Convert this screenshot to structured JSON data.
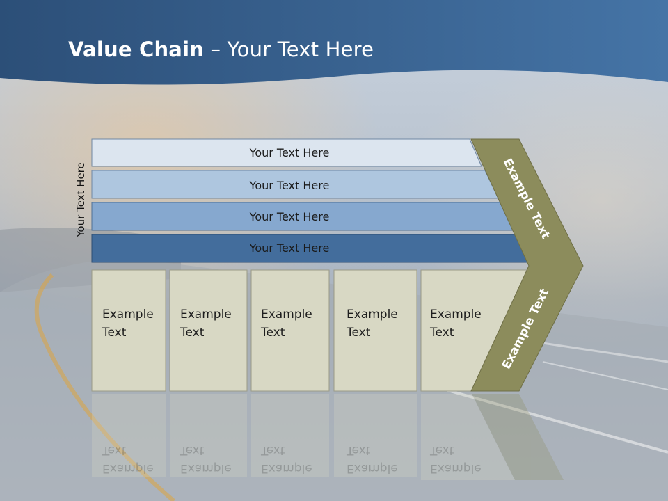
{
  "slide": {
    "title_bold": "Value Chain",
    "title_rest": " – Your Text Here",
    "side_label": "Your Text Here"
  },
  "bars": [
    {
      "label": "Your Text Here",
      "color": "#dce5ef"
    },
    {
      "label": "Your Text Here",
      "color": "#aec6df"
    },
    {
      "label": "Your Text Here",
      "color": "#86a8cf"
    },
    {
      "label": "Your Text Here",
      "color": "#436d9c"
    }
  ],
  "boxes": [
    {
      "line1": "Example",
      "line2": "Text"
    },
    {
      "line1": "Example",
      "line2": "Text"
    },
    {
      "line1": "Example",
      "line2": "Text"
    },
    {
      "line1": "Example",
      "line2": "Text"
    },
    {
      "line1": "Example",
      "line2": "Text"
    }
  ],
  "chevron": {
    "upper_label": "Example Text",
    "lower_label": "Example Text",
    "color": "#8c8c5c"
  },
  "colors": {
    "header": "#2f5580",
    "box_fill": "#d8d8c4",
    "box_border": "#9a9a86"
  }
}
